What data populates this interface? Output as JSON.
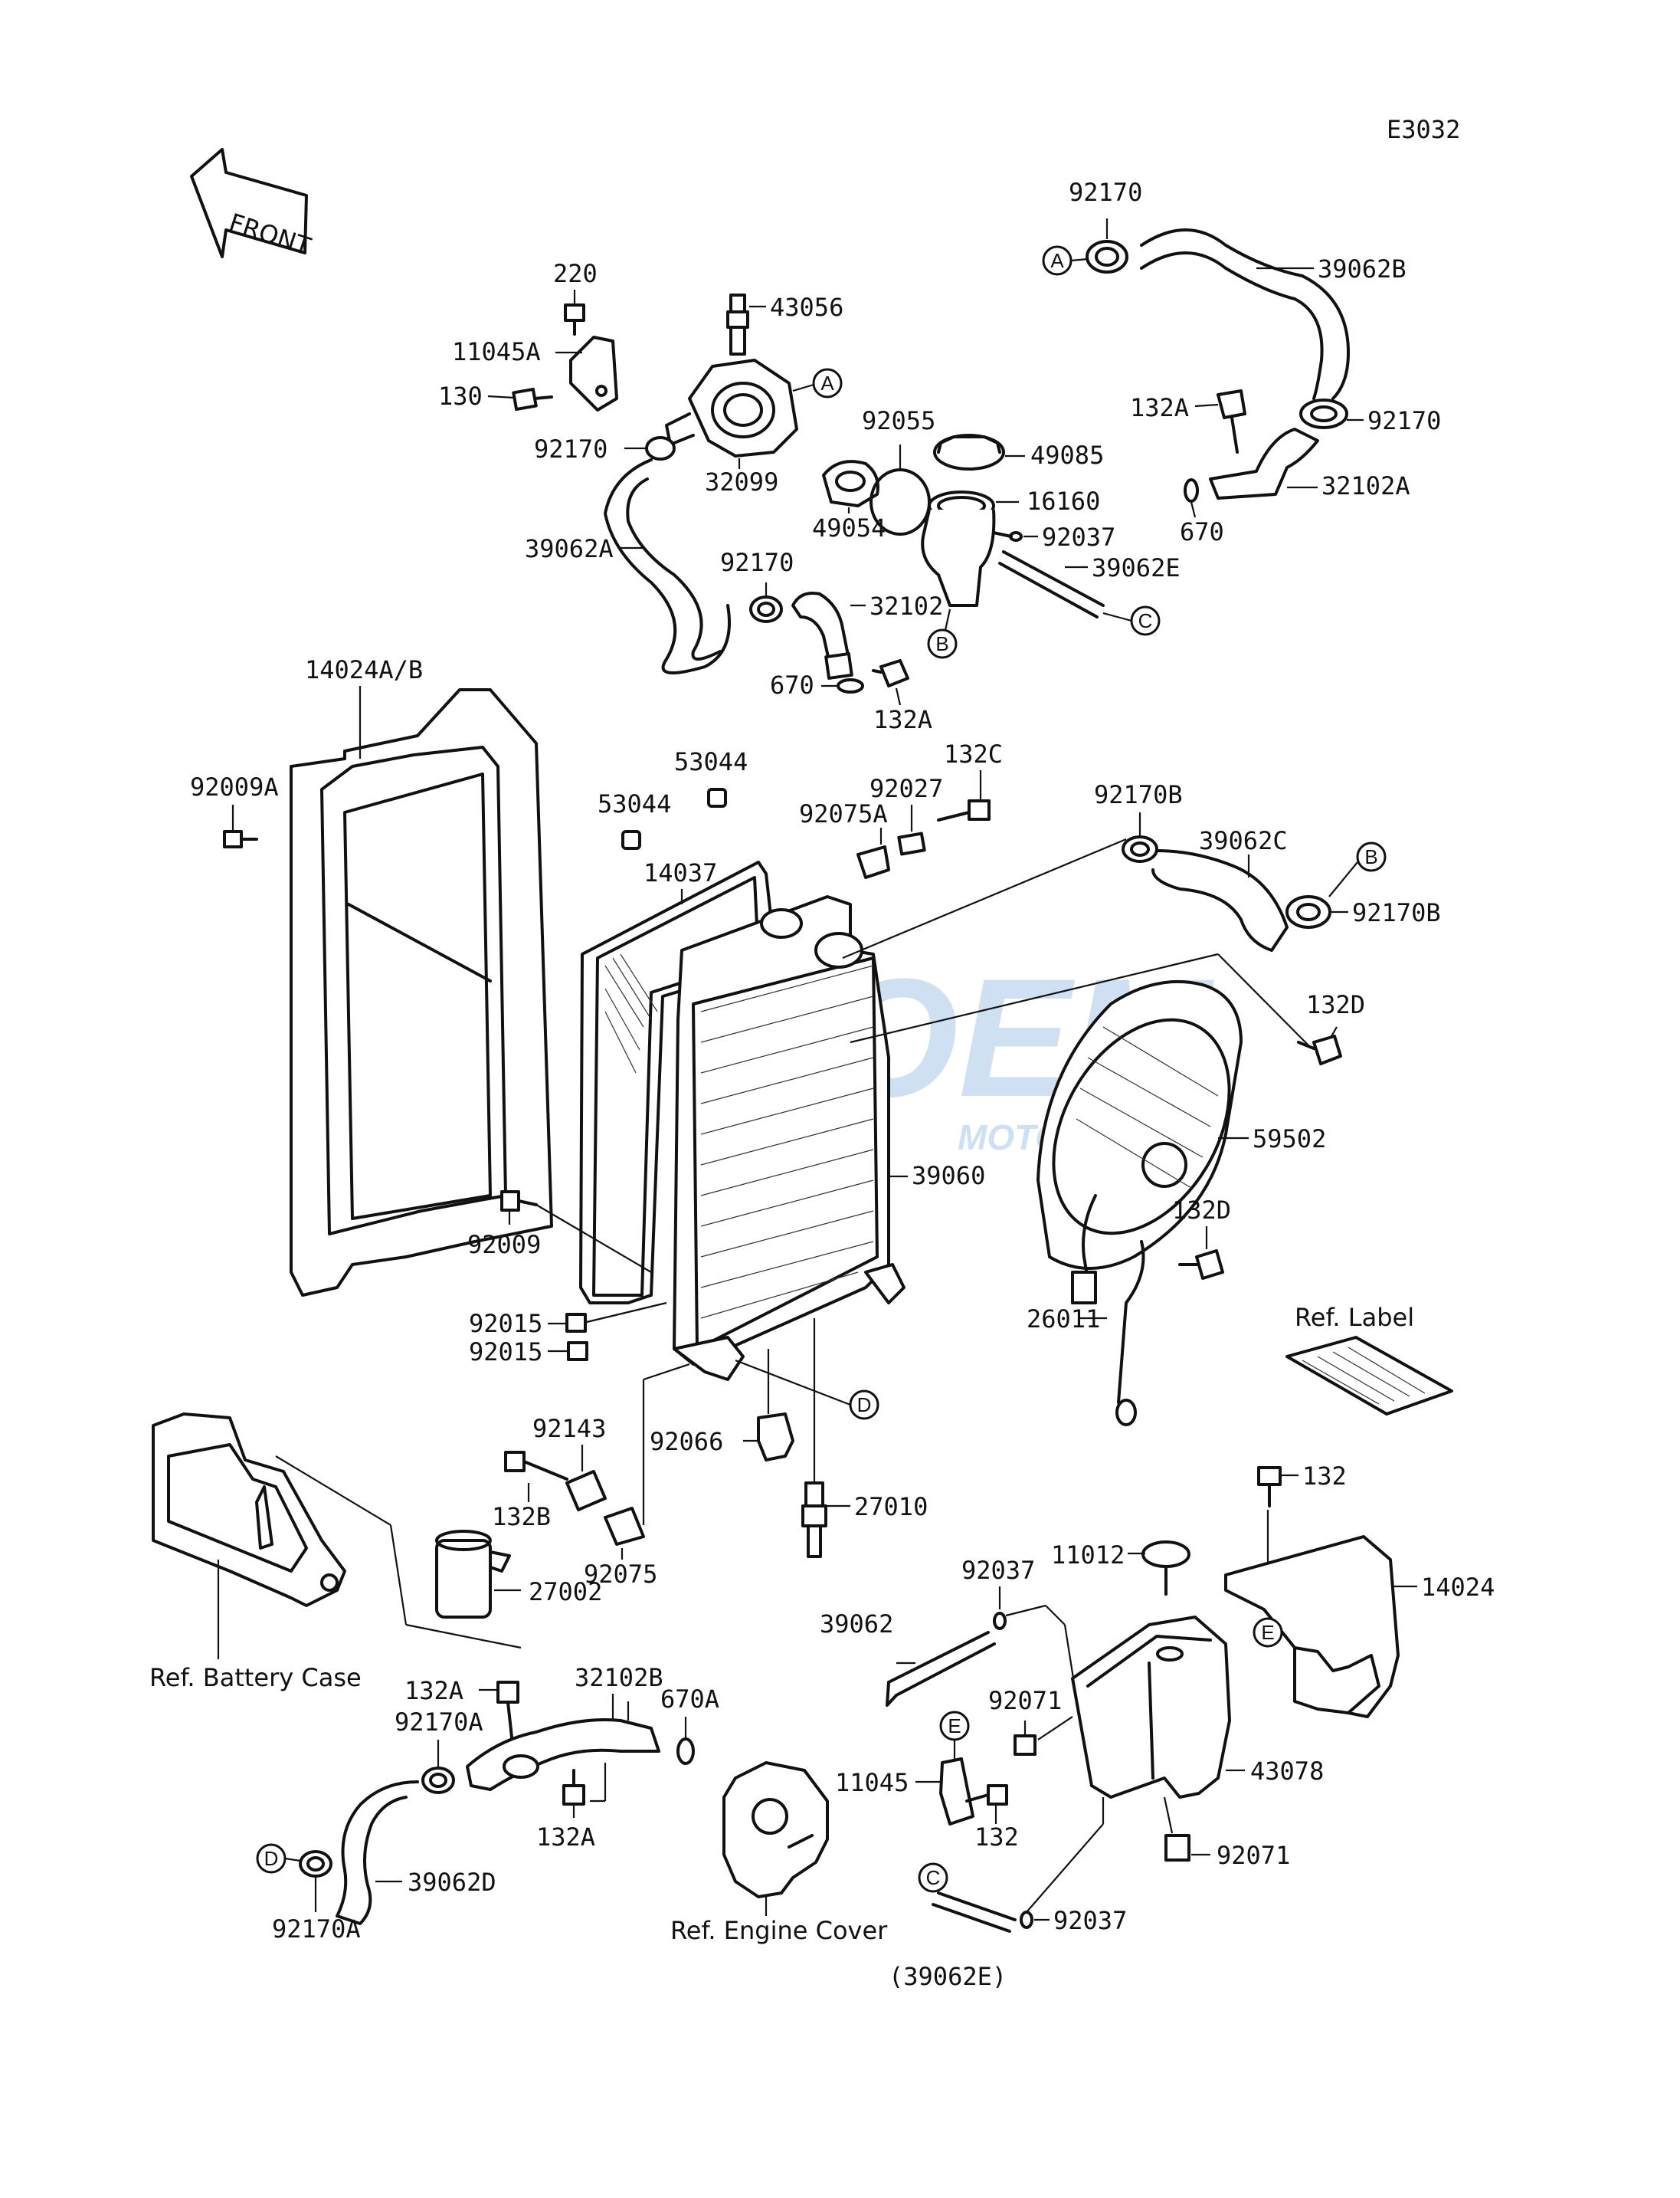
{
  "diagram_code": "E3032",
  "front_label": "FRONT",
  "watermark": {
    "brand_letters": "OEM",
    "brand_sub": "MOTORPARTS",
    "color": "#a8c8e8"
  },
  "part_labels": {
    "p92170_top": "92170",
    "p39062B": "39062B",
    "p92170_r": "92170",
    "p132A_r": "132A",
    "p32102A": "32102A",
    "p670_r": "670",
    "p220": "220",
    "p43056": "43056",
    "p11045A": "11045A",
    "p130": "130",
    "p92170_l": "92170",
    "p32099": "32099",
    "p92055": "92055",
    "p49085": "49085",
    "p16160": "16160",
    "p49054": "49054",
    "p92037_t": "92037",
    "p39062E": "39062E",
    "p39062A": "39062A",
    "p92170_m": "92170",
    "p32102": "32102",
    "p670_m": "670",
    "p132A_m": "132A",
    "p14024AB": "14024A/B",
    "p92009A": "92009A",
    "p53044_a": "53044",
    "p53044_b": "53044",
    "p92027": "92027",
    "p132C": "132C",
    "p92075A": "92075A",
    "p14037": "14037",
    "p92170B_t": "92170B",
    "p39062C": "39062C",
    "p92170B_r": "92170B",
    "p132D_t": "132D",
    "p59502": "59502",
    "p39060": "39060",
    "p132D_b": "132D",
    "p92009": "92009",
    "p26011": "26011",
    "p92015_a": "92015",
    "p92015_b": "92015",
    "p92143": "92143",
    "p132B": "132B",
    "p92066": "92066",
    "p27010": "27010",
    "p92075": "92075",
    "p27002": "27002",
    "p132_r": "132",
    "p11012": "11012",
    "p92037_m": "92037",
    "p14024": "14024",
    "p39062": "39062",
    "p92071_a": "92071",
    "p11045": "11045",
    "p132_m": "132",
    "p43078": "43078",
    "p92071_b": "92071",
    "p92037_b": "92037",
    "p39062E_paren": "(39062E)",
    "p132A_b": "132A",
    "p32102B": "32102B",
    "p92170A_t": "92170A",
    "p670A": "670A",
    "p132A_bb": "132A",
    "p39062D": "39062D",
    "p92170A_b": "92170A"
  },
  "references": {
    "label": "Ref. Label",
    "battery_case": "Ref. Battery Case",
    "engine_cover": "Ref. Engine Cover"
  },
  "callouts": {
    "A": "A",
    "B": "B",
    "C": "C",
    "D": "D",
    "E": "E"
  }
}
